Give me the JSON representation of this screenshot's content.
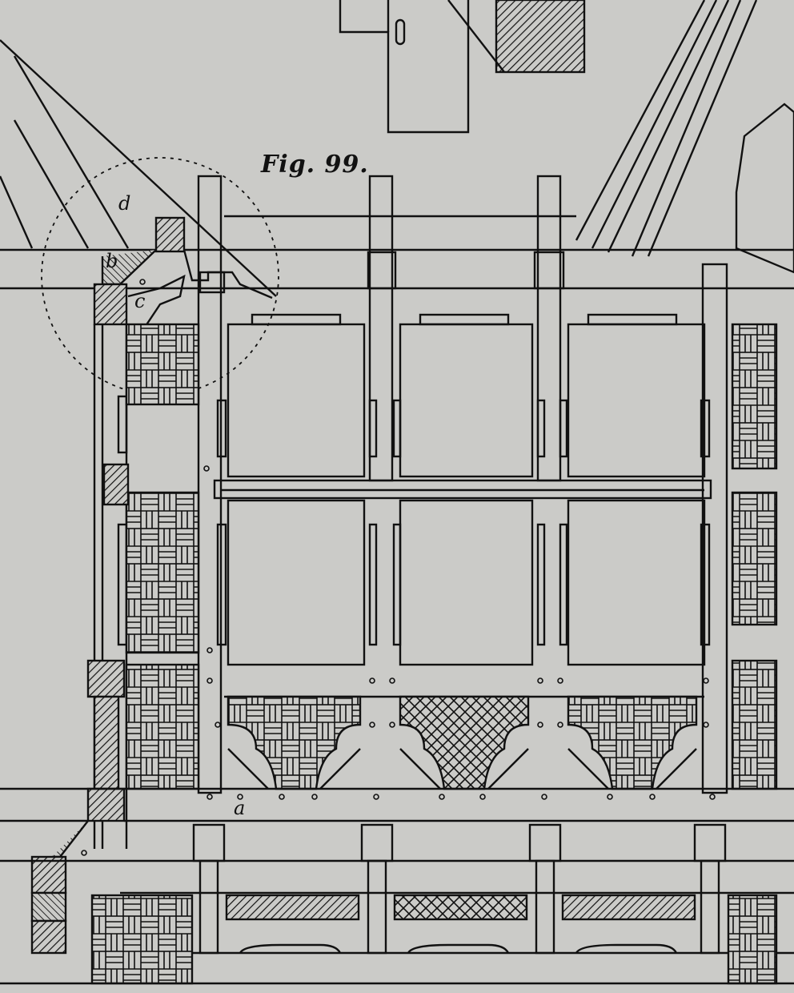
{
  "figure": {
    "caption": "Fig. 99.",
    "subject": "Timber-framed facade elevation with cornice section and parquet-pattern infill panels"
  },
  "labels": {
    "a": "a",
    "b": "b",
    "c": "c",
    "d": "d"
  },
  "colors": {
    "paper": "#cbcbc8",
    "ink": "#111111"
  }
}
